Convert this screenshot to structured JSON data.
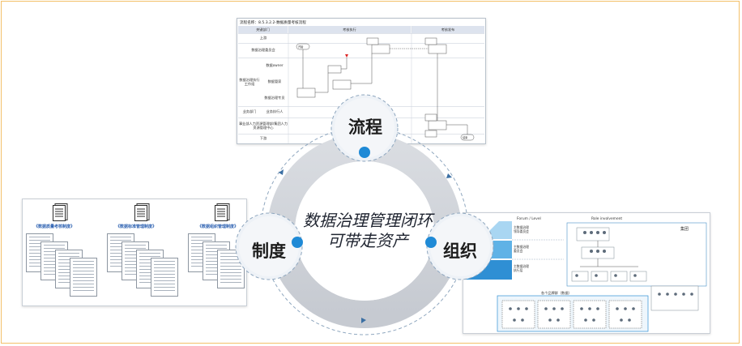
{
  "diagram": {
    "center_text_line1": "数据治理管理闭环",
    "center_text_line2": "可带走资产",
    "nodes": {
      "process": "流程",
      "policy": "制度",
      "organization": "组织"
    },
    "colors": {
      "ring": "#cfd3d9",
      "node_dot": "#1f8ad6",
      "dashed": "#8fa7bf",
      "pyramid": [
        "#a9d6f2",
        "#5fb2e6",
        "#2f8fd4"
      ]
    }
  },
  "flowchart": {
    "title": "流程名称：8.5.3.2.2-数据质量考核流程",
    "columns": [
      "关键部门",
      "考核执行",
      "考核发布"
    ],
    "lanes": [
      "上游",
      "数据治理委员会",
      "数据owner",
      "数据管家",
      "数据治理专员",
      "业务执行人",
      "事业部人力资源管理部/集团人力资源管理中心",
      "下游"
    ],
    "lane_group": "数据治理执行工作组",
    "lane_group_2": "业务部门",
    "start_label": "开始",
    "end_label": "结束"
  },
  "documents": {
    "items": [
      {
        "label": "《数据质量考核制度》"
      },
      {
        "label": "《数据标准管理制度》"
      },
      {
        "label": "《数据组织管理制度》"
      }
    ]
  },
  "organization": {
    "col1": "Forum / Level",
    "col2": "Role involvement",
    "group_label": "集团",
    "subgroup_label": "各个品牌群（数据）",
    "tiers": [
      {
        "text": "主数据治理\n领导委员会"
      },
      {
        "text": "主数据治理\n委员会"
      },
      {
        "text": "主数据治理\n执行层"
      }
    ]
  }
}
